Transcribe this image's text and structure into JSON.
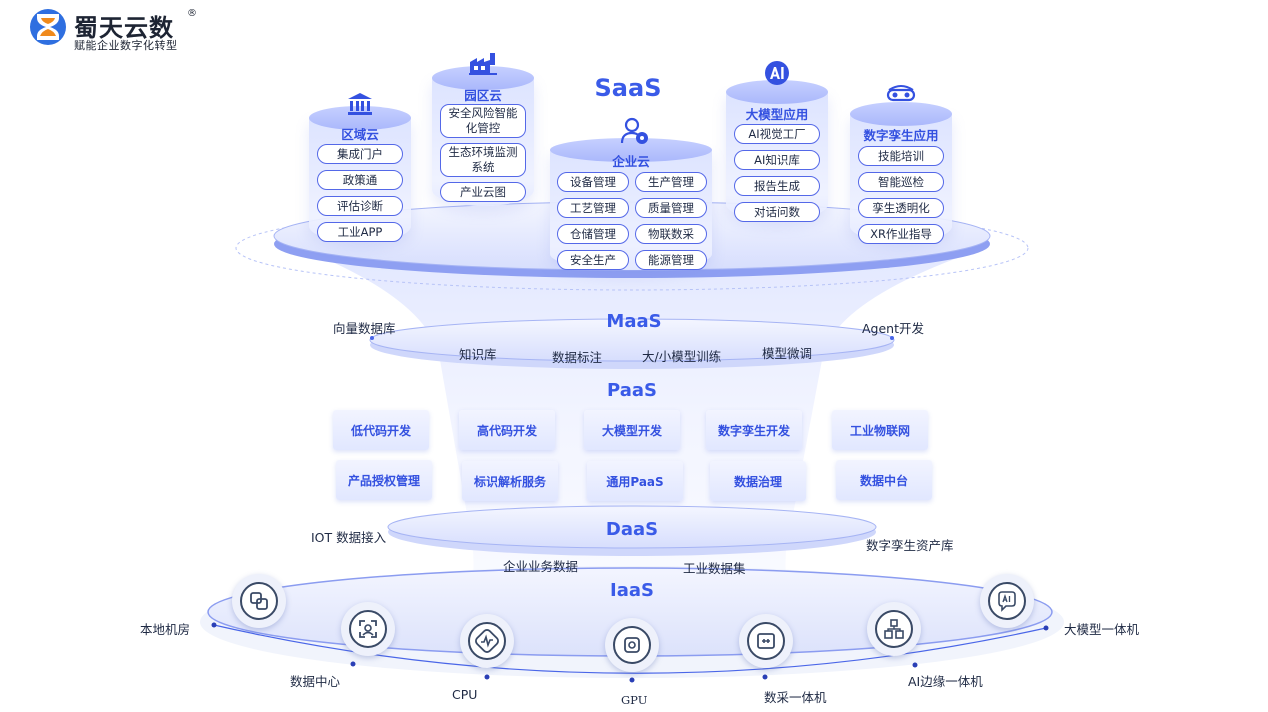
{
  "brand": {
    "name": "蜀天云数",
    "registered_mark": "®",
    "slogan": "赋能企业数字化转型"
  },
  "layers": {
    "saas": "SaaS",
    "maas": "MaaS",
    "paas": "PaaS",
    "daas": "DaaS",
    "iaas": "IaaS"
  },
  "saas": {
    "regional_cloud": {
      "title": "区域云",
      "icon": "government-building-icon",
      "items": [
        "集成门户",
        "政策通",
        "评估诊断",
        "工业APP"
      ]
    },
    "park_cloud": {
      "title": "园区云",
      "icon": "factory-icon",
      "items": [
        "安全风险智能化管控",
        "生态环境监测系统",
        "产业云图"
      ]
    },
    "enterprise_cloud": {
      "title": "企业云",
      "icon": "user-settings-icon",
      "items": [
        "设备管理",
        "生产管理",
        "工艺管理",
        "质量管理",
        "仓储管理",
        "物联数采",
        "安全生产",
        "能源管理"
      ]
    },
    "llm_apps": {
      "title": "大模型应用",
      "icon": "ai-badge-icon",
      "items": [
        "AI视觉工厂",
        "AI知识库",
        "报告生成",
        "对话问数"
      ]
    },
    "digital_twin_apps": {
      "title": "数字孪生应用",
      "icon": "vr-goggles-icon",
      "items": [
        "技能培训",
        "智能巡检",
        "孪生透明化",
        "XR作业指导"
      ]
    }
  },
  "maas": {
    "left_label": "向量数据库",
    "right_label": "Agent开发",
    "items": [
      "知识库",
      "数据标注",
      "大/小模型训练",
      "模型微调"
    ]
  },
  "paas": {
    "row1": [
      "低代码开发",
      "高代码开发",
      "大模型开发",
      "数字孪生开发",
      "工业物联网"
    ],
    "row2": [
      "产品授权管理",
      "标识解析服务",
      "通用PaaS",
      "数据治理",
      "数据中台"
    ]
  },
  "daas": {
    "left_label": "IOT 数据接入",
    "right_label": "数字孪生资产库",
    "items": [
      "企业业务数据",
      "工业数据集"
    ]
  },
  "iaas": {
    "labels": {
      "local_room": "本地机房",
      "data_center": "数据中心",
      "cpu": "CPU",
      "gpu": "GPU",
      "acquisition_box": "数采一体机",
      "edge_box": "AI边缘一体机",
      "llm_box": "大模型一体机"
    },
    "icons": [
      "copy-squares-icon",
      "scan-icon",
      "activity-icon",
      "chip-icon",
      "data-box-icon",
      "network-blocks-icon",
      "ai-chat-icon"
    ]
  },
  "colors": {
    "accent": "#3a5be8",
    "pill_border": "#5468e8",
    "tray": "#c9d2fc"
  }
}
